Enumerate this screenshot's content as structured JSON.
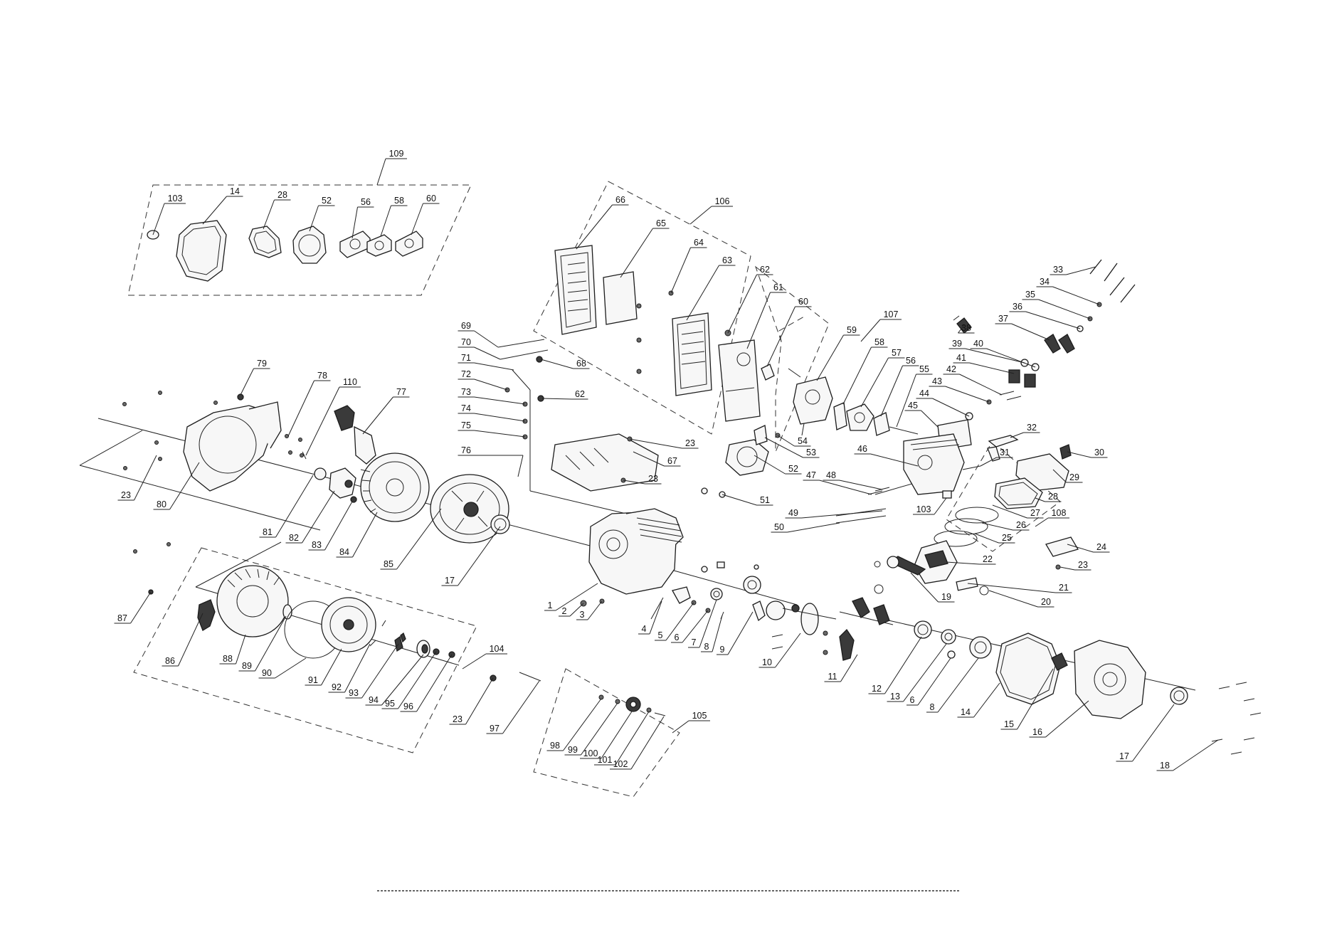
{
  "callouts": [
    {
      "id": "c109",
      "n": "109"
    },
    {
      "id": "c103a",
      "n": "103"
    },
    {
      "id": "c14a",
      "n": "14"
    },
    {
      "id": "c28a",
      "n": "28"
    },
    {
      "id": "c52a",
      "n": "52"
    },
    {
      "id": "c56a",
      "n": "56"
    },
    {
      "id": "c58a",
      "n": "58"
    },
    {
      "id": "c60a",
      "n": "60"
    },
    {
      "id": "c106",
      "n": "106"
    },
    {
      "id": "c66",
      "n": "66"
    },
    {
      "id": "c65",
      "n": "65"
    },
    {
      "id": "c64",
      "n": "64"
    },
    {
      "id": "c63",
      "n": "63"
    },
    {
      "id": "c62a",
      "n": "62"
    },
    {
      "id": "c61",
      "n": "61"
    },
    {
      "id": "c60b",
      "n": "60"
    },
    {
      "id": "c107",
      "n": "107"
    },
    {
      "id": "c59",
      "n": "59"
    },
    {
      "id": "c58b",
      "n": "58"
    },
    {
      "id": "c57",
      "n": "57"
    },
    {
      "id": "c56b",
      "n": "56"
    },
    {
      "id": "c55",
      "n": "55"
    },
    {
      "id": "c33",
      "n": "33"
    },
    {
      "id": "c34",
      "n": "34"
    },
    {
      "id": "c35",
      "n": "35"
    },
    {
      "id": "c36",
      "n": "36"
    },
    {
      "id": "c37",
      "n": "37"
    },
    {
      "id": "c38",
      "n": "38"
    },
    {
      "id": "c39",
      "n": "39"
    },
    {
      "id": "c40",
      "n": "40"
    },
    {
      "id": "c41",
      "n": "41"
    },
    {
      "id": "c42",
      "n": "42"
    },
    {
      "id": "c43",
      "n": "43"
    },
    {
      "id": "c44",
      "n": "44"
    },
    {
      "id": "c45",
      "n": "45"
    },
    {
      "id": "c69",
      "n": "69"
    },
    {
      "id": "c70",
      "n": "70"
    },
    {
      "id": "c71",
      "n": "71"
    },
    {
      "id": "c72",
      "n": "72"
    },
    {
      "id": "c73",
      "n": "73"
    },
    {
      "id": "c74",
      "n": "74"
    },
    {
      "id": "c75",
      "n": "75"
    },
    {
      "id": "c76",
      "n": "76"
    },
    {
      "id": "c68",
      "n": "68"
    },
    {
      "id": "c62b",
      "n": "62"
    },
    {
      "id": "c79",
      "n": "79"
    },
    {
      "id": "c78",
      "n": "78"
    },
    {
      "id": "c110",
      "n": "110"
    },
    {
      "id": "c77",
      "n": "77"
    },
    {
      "id": "c23a",
      "n": "23"
    },
    {
      "id": "c80",
      "n": "80"
    },
    {
      "id": "c81",
      "n": "81"
    },
    {
      "id": "c82",
      "n": "82"
    },
    {
      "id": "c83",
      "n": "83"
    },
    {
      "id": "c84",
      "n": "84"
    },
    {
      "id": "c85",
      "n": "85"
    },
    {
      "id": "c17a",
      "n": "17"
    },
    {
      "id": "c23b",
      "n": "23"
    },
    {
      "id": "c67",
      "n": "67"
    },
    {
      "id": "c23c",
      "n": "23"
    },
    {
      "id": "c54",
      "n": "54"
    },
    {
      "id": "c53",
      "n": "53"
    },
    {
      "id": "c52b",
      "n": "52"
    },
    {
      "id": "c47",
      "n": "47"
    },
    {
      "id": "c48",
      "n": "48"
    },
    {
      "id": "c46",
      "n": "46"
    },
    {
      "id": "c51",
      "n": "51"
    },
    {
      "id": "c49",
      "n": "49"
    },
    {
      "id": "c50",
      "n": "50"
    },
    {
      "id": "c103b",
      "n": "103"
    },
    {
      "id": "c32",
      "n": "32"
    },
    {
      "id": "c31",
      "n": "31"
    },
    {
      "id": "c30",
      "n": "30"
    },
    {
      "id": "c29",
      "n": "29"
    },
    {
      "id": "c28b",
      "n": "28"
    },
    {
      "id": "c27",
      "n": "27"
    },
    {
      "id": "c26",
      "n": "26"
    },
    {
      "id": "c25",
      "n": "25"
    },
    {
      "id": "c108",
      "n": "108"
    },
    {
      "id": "c24",
      "n": "24"
    },
    {
      "id": "c22",
      "n": "22"
    },
    {
      "id": "c23d",
      "n": "23"
    },
    {
      "id": "c21",
      "n": "21"
    },
    {
      "id": "c19",
      "n": "19"
    },
    {
      "id": "c20",
      "n": "20"
    },
    {
      "id": "c87",
      "n": "87"
    },
    {
      "id": "c86",
      "n": "86"
    },
    {
      "id": "c88",
      "n": "88"
    },
    {
      "id": "c89",
      "n": "89"
    },
    {
      "id": "c90",
      "n": "90"
    },
    {
      "id": "c91",
      "n": "91"
    },
    {
      "id": "c92",
      "n": "92"
    },
    {
      "id": "c93",
      "n": "93"
    },
    {
      "id": "c94",
      "n": "94"
    },
    {
      "id": "c95",
      "n": "95"
    },
    {
      "id": "c96",
      "n": "96"
    },
    {
      "id": "c104",
      "n": "104"
    },
    {
      "id": "c23e",
      "n": "23"
    },
    {
      "id": "c97",
      "n": "97"
    },
    {
      "id": "c1",
      "n": "1"
    },
    {
      "id": "c2",
      "n": "2"
    },
    {
      "id": "c3",
      "n": "3"
    },
    {
      "id": "c4",
      "n": "4"
    },
    {
      "id": "c5",
      "n": "5"
    },
    {
      "id": "c6a",
      "n": "6"
    },
    {
      "id": "c7",
      "n": "7"
    },
    {
      "id": "c8a",
      "n": "8"
    },
    {
      "id": "c9",
      "n": "9"
    },
    {
      "id": "c10",
      "n": "10"
    },
    {
      "id": "c11",
      "n": "11"
    },
    {
      "id": "c12",
      "n": "12"
    },
    {
      "id": "c13",
      "n": "13"
    },
    {
      "id": "c6b",
      "n": "6"
    },
    {
      "id": "c8b",
      "n": "8"
    },
    {
      "id": "c14b",
      "n": "14"
    },
    {
      "id": "c15",
      "n": "15"
    },
    {
      "id": "c16",
      "n": "16"
    },
    {
      "id": "c17b",
      "n": "17"
    },
    {
      "id": "c18",
      "n": "18"
    },
    {
      "id": "c105",
      "n": "105"
    },
    {
      "id": "c98",
      "n": "98"
    },
    {
      "id": "c99",
      "n": "99"
    },
    {
      "id": "c100",
      "n": "100"
    },
    {
      "id": "c101",
      "n": "101"
    },
    {
      "id": "c102",
      "n": "102"
    }
  ]
}
